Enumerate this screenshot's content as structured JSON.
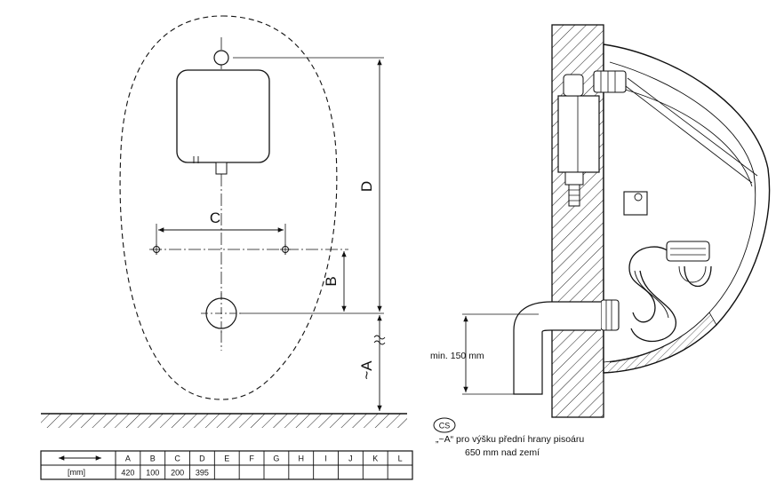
{
  "front_view": {
    "dim_labels": {
      "C": "C",
      "D": "D",
      "B": "B",
      "A": "~A"
    }
  },
  "side_view": {
    "min_label": "min. 150 mm"
  },
  "table": {
    "unit": "[mm]",
    "headers": [
      "A",
      "B",
      "C",
      "D",
      "E",
      "F",
      "G",
      "H",
      "I",
      "J",
      "K",
      "L"
    ],
    "values": [
      "420",
      "100",
      "200",
      "395",
      "",
      "",
      "",
      "",
      "",
      "",
      "",
      ""
    ]
  },
  "note": {
    "lang_code": "CS",
    "line1": "„~A“ pro výšku přední hrany pisoáru",
    "line2": "650 mm nad zemí"
  }
}
